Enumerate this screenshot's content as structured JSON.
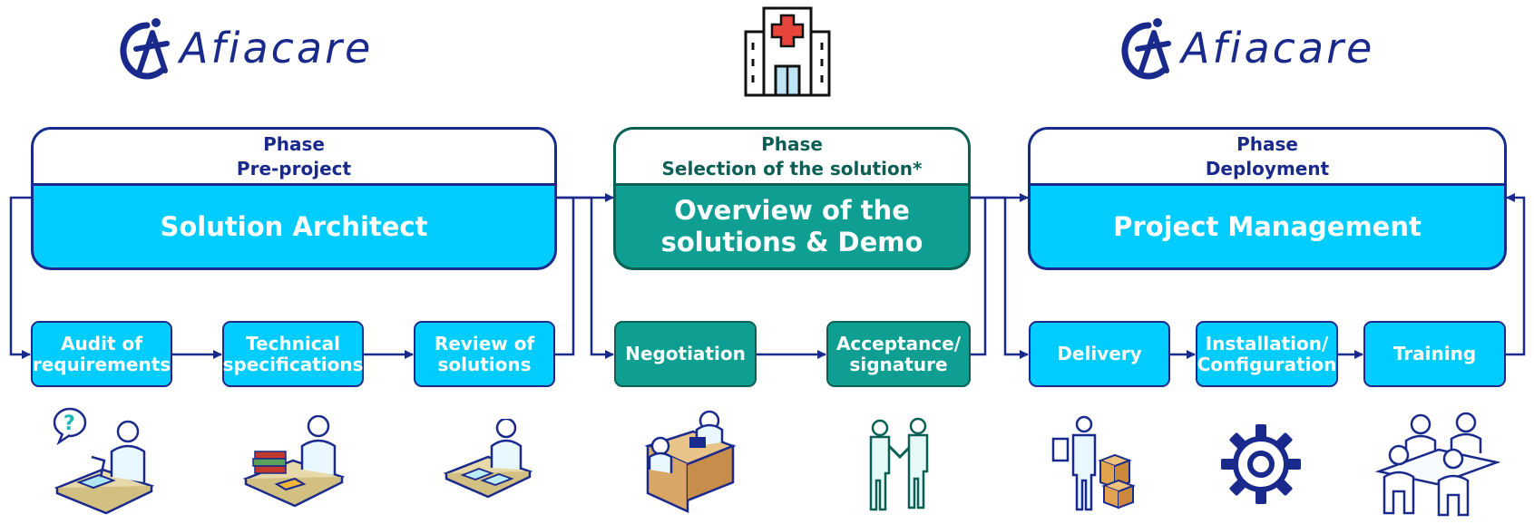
{
  "brand": {
    "logo_text": "Afiacare",
    "color": "#1a2a8c"
  },
  "phases": [
    {
      "label": "Phase",
      "name": "Pre-project",
      "title": "Solution Architect",
      "color": "#00ccff"
    },
    {
      "label": "Phase",
      "name": "Selection of the solution*",
      "title": "Overview of the solutions & Demo",
      "color": "#0e9f92"
    },
    {
      "label": "Phase",
      "name": "Deployment",
      "title": "Project Management",
      "color": "#00ccff"
    }
  ],
  "steps": [
    {
      "label": "Audit of requirements",
      "icon": "person-phone-desk-icon"
    },
    {
      "label": "Technical specifications",
      "icon": "person-books-desk-icon"
    },
    {
      "label": "Review of solutions",
      "icon": "person-documents-desk-icon"
    },
    {
      "label": "Negotiation",
      "icon": "meeting-desk-icon"
    },
    {
      "label": "Acceptance/ signature",
      "icon": "handshake-icon"
    },
    {
      "label": "Delivery",
      "icon": "delivery-boxes-icon"
    },
    {
      "label": "Installation/ Configuration",
      "icon": "gear-icon"
    },
    {
      "label": "Training",
      "icon": "group-training-icon"
    }
  ],
  "center_icon": "hospital-icon"
}
